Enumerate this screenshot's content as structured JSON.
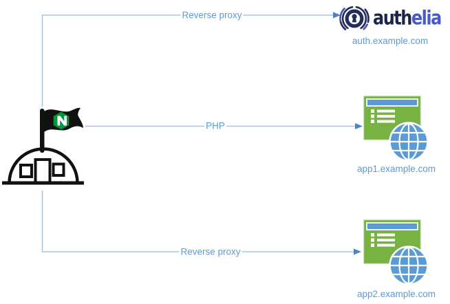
{
  "diagram": {
    "connectors": [
      {
        "id": "nginx-to-authelia",
        "label": "Reverse proxy"
      },
      {
        "id": "nginx-to-app1",
        "label": "PHP"
      },
      {
        "id": "nginx-to-app2",
        "label": "Reverse proxy"
      }
    ],
    "nodes": {
      "nginx": {
        "icon": "nginx-basecamp-icon"
      },
      "authelia": {
        "icon": "authelia-lock-icon",
        "wordmark_dark": "auth",
        "wordmark_blue": "elia",
        "domain": "auth.example.com"
      },
      "app1": {
        "icon": "web-application-icon",
        "domain": "app1.example.com"
      },
      "app2": {
        "icon": "web-application-icon",
        "domain": "app2.example.com"
      }
    },
    "colors": {
      "connector_line": "#a7c5e5",
      "arrowhead": "#4e82c0",
      "connector_label": "#5b9bd5",
      "domain_label": "#5b9bd5",
      "nginx_green": "#009639",
      "app_green": "#77b243",
      "app_blue": "#5b9bd5",
      "authelia_navy": "#1c2547",
      "authelia_blue": "#4a5bc8"
    }
  }
}
